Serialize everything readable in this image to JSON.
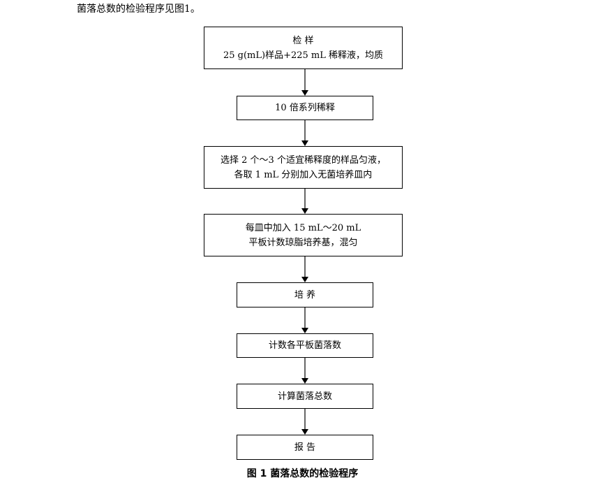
{
  "intro_text": "菌落总数的检验程序见图1。",
  "steps": [
    {
      "line1": "检  样",
      "line2": "25 g(mL)样品+225 mL 稀释液，均质"
    },
    {
      "line1": "10 倍系列稀释"
    },
    {
      "line1": "选择 2 个～3 个适宜稀释度的样品匀液，",
      "line2": "各取 1 mL 分别加入无菌培养皿内"
    },
    {
      "line1": "每皿中加入 15 mL～20 mL",
      "line2": "平板计数琼脂培养基，混匀"
    },
    {
      "line1": "培  养"
    },
    {
      "line1": "计数各平板菌落数"
    },
    {
      "line1": "计算菌落总数"
    },
    {
      "line1": "报  告"
    }
  ],
  "caption": "图 1 菌落总数的检验程序"
}
